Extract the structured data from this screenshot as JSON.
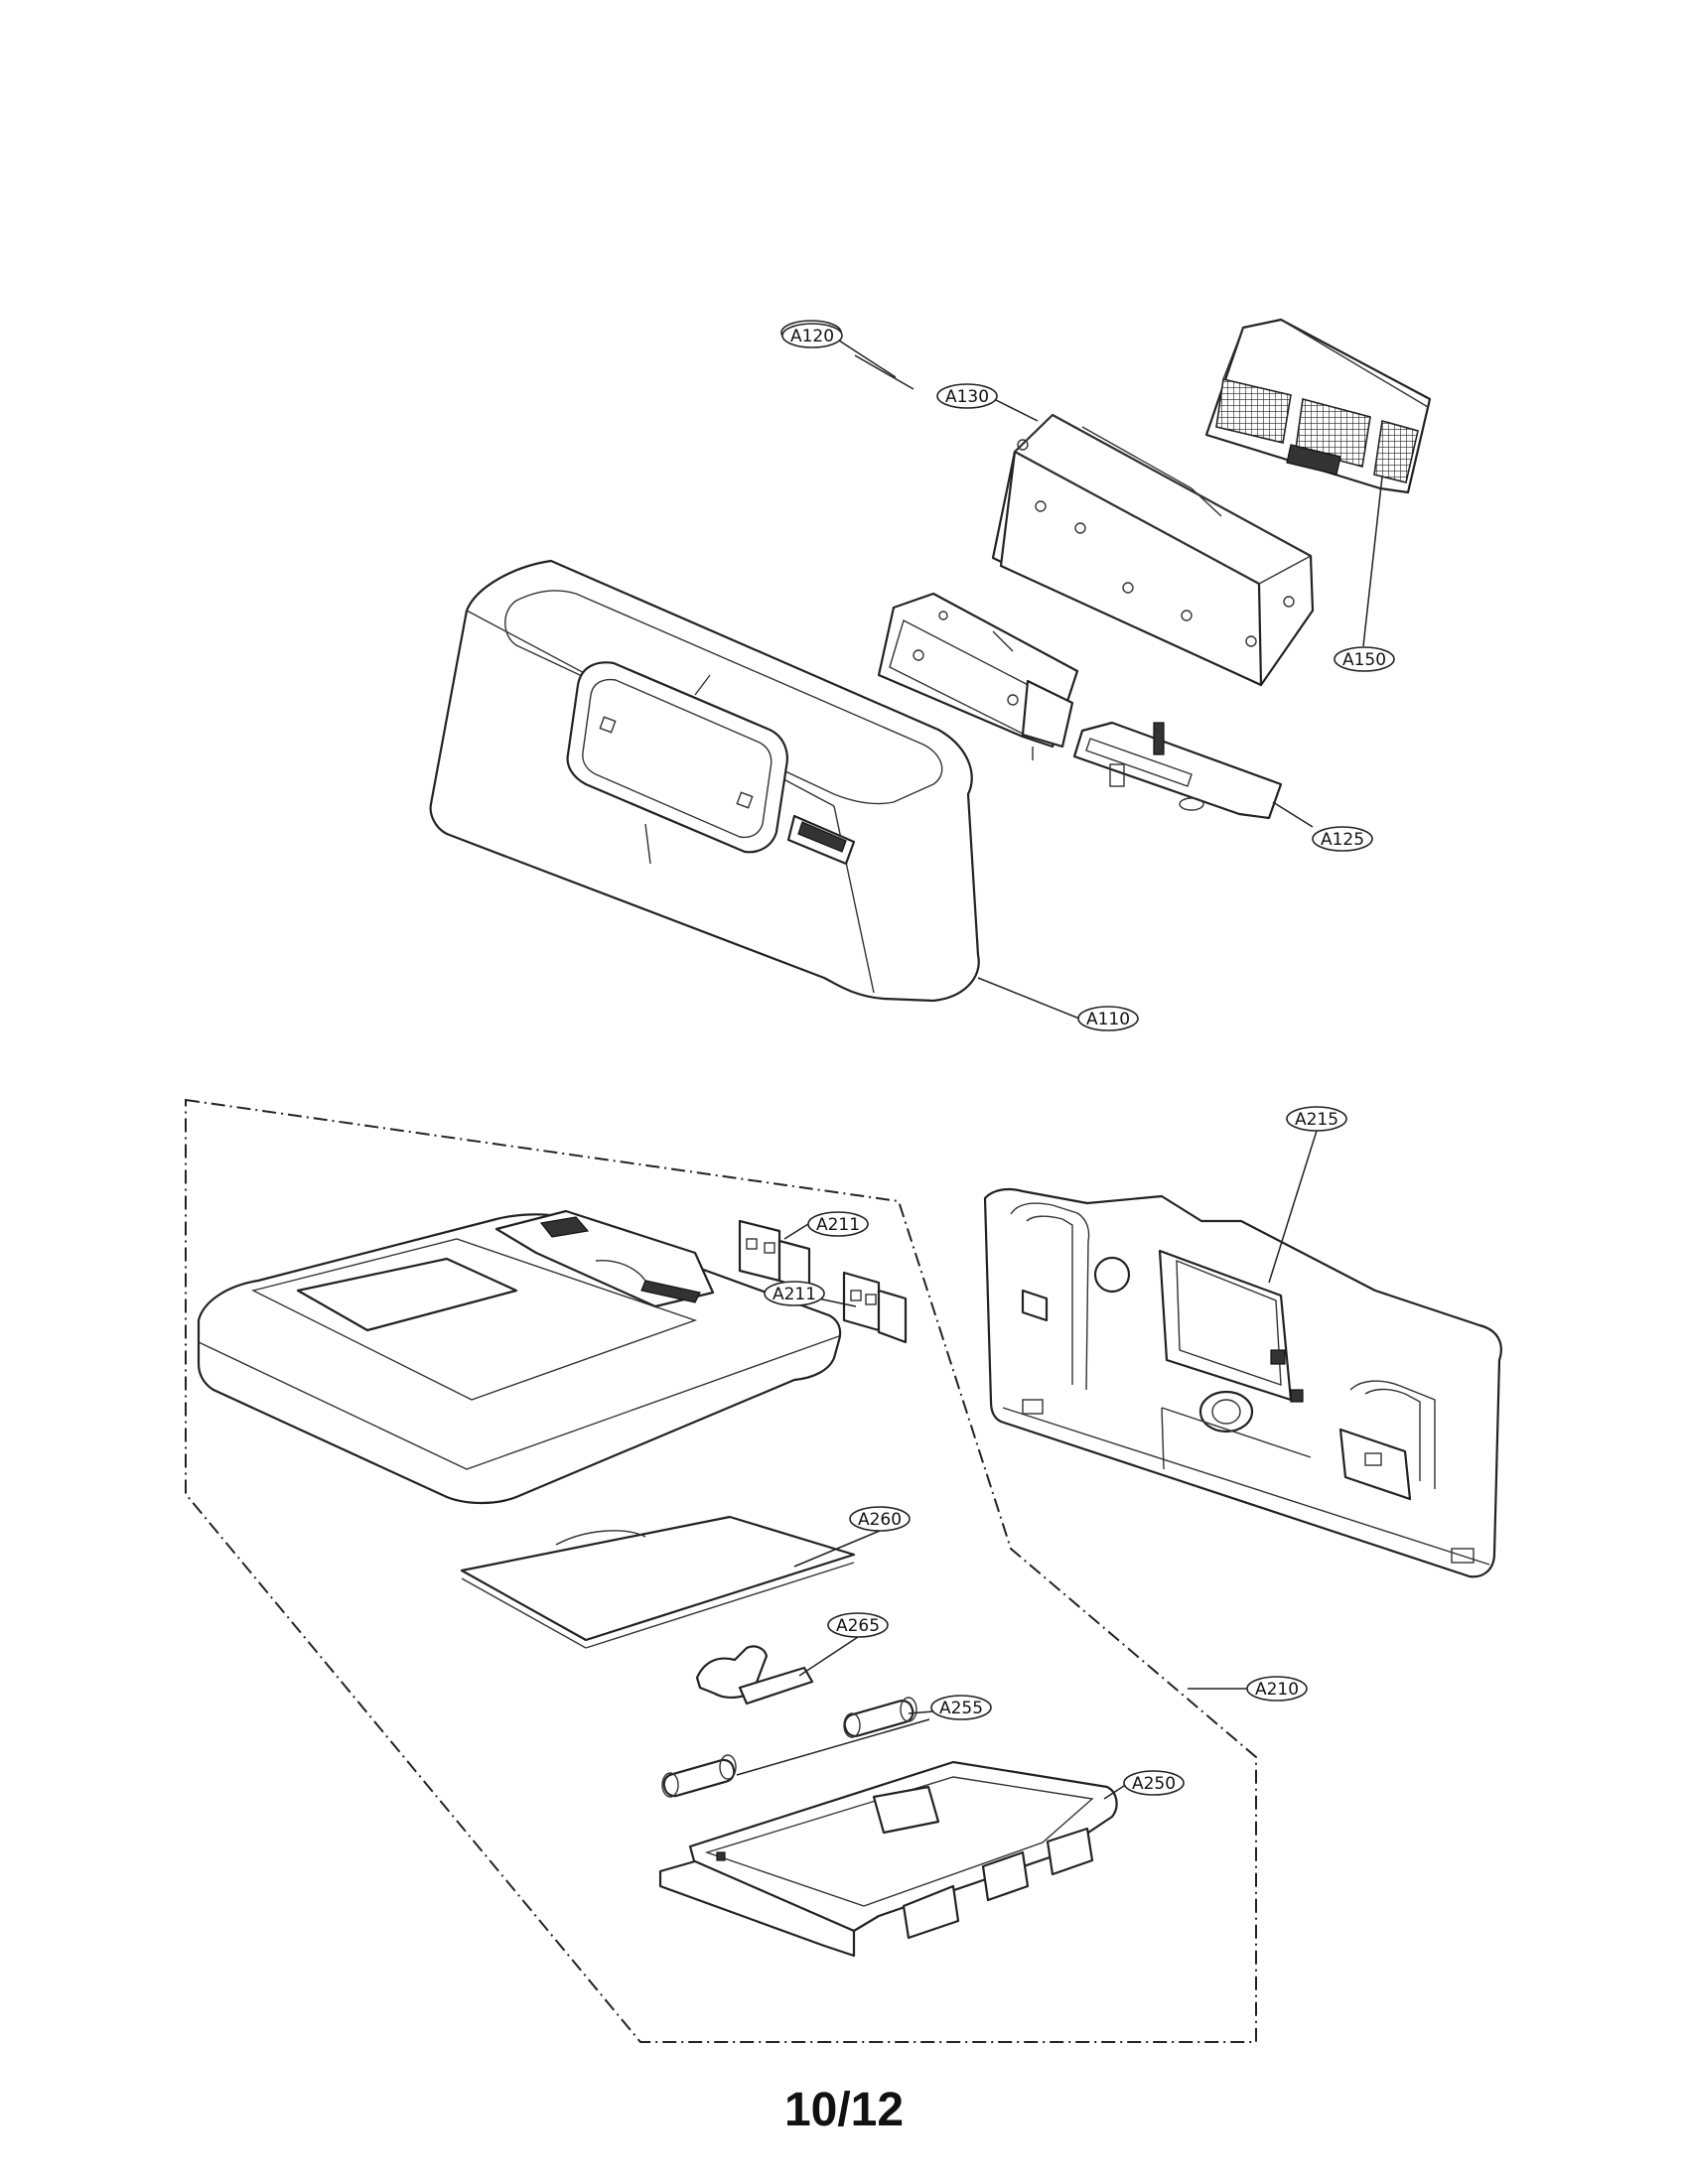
{
  "page": {
    "number": "10/12"
  },
  "callouts": {
    "a130": "A130",
    "a120": "A120",
    "a150": "A150",
    "a125": "A125",
    "a110": "A110",
    "a215": "A215",
    "a211_upper": "A211",
    "a211_lower": "A211",
    "a260": "A260",
    "a265": "A265",
    "a255": "A255",
    "a210": "A210",
    "a250": "A250"
  }
}
